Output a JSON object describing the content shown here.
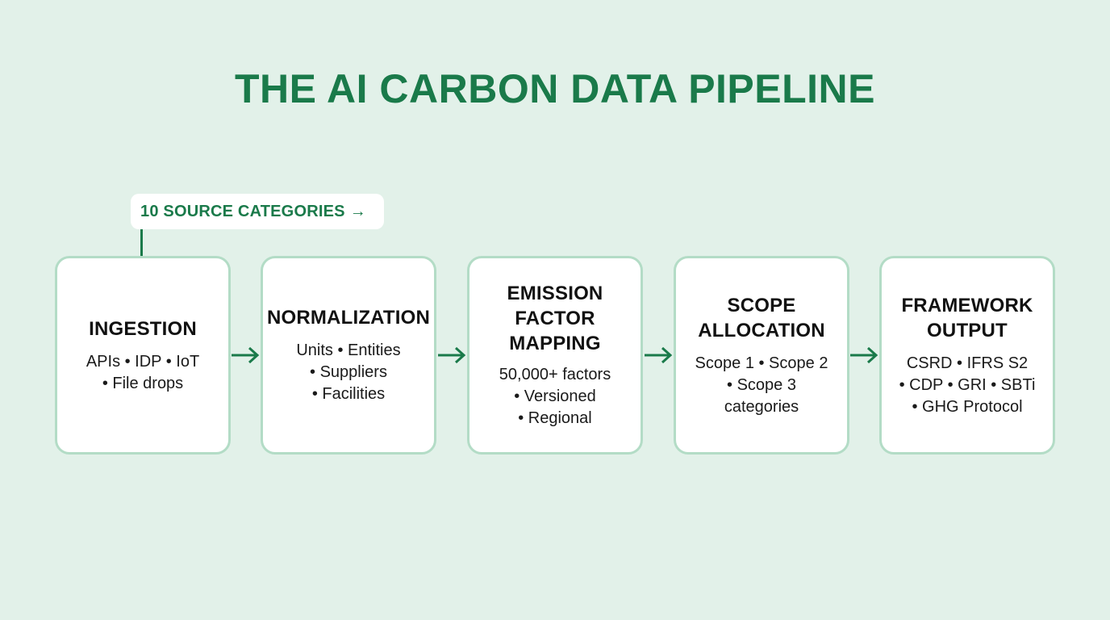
{
  "title": "THE AI CARBON DATA PIPELINE",
  "badge": {
    "label": "10 SOURCE CATEGORIES",
    "arrow_icon": "→"
  },
  "colors": {
    "background": "#e2f1e9",
    "accent_green": "#1a7a4a",
    "card_border": "#b3dcc6",
    "card_fill": "#ffffff",
    "text_dark": "#111111"
  },
  "stages": [
    {
      "title": "INGESTION",
      "description": "APIs • IDP • IoT\n• File drops"
    },
    {
      "title": "NORMALIZATION",
      "description": "Units • Entities\n• Suppliers\n• Facilities"
    },
    {
      "title": "EMISSION\nFACTOR\nMAPPING",
      "description": "50,000+ factors\n• Versioned\n• Regional"
    },
    {
      "title": "SCOPE\nALLOCATION",
      "description": "Scope 1 • Scope 2\n• Scope 3\ncategories"
    },
    {
      "title": "FRAMEWORK\nOUTPUT",
      "description": "CSRD • IFRS S2\n• CDP • GRI • SBTi\n• GHG Protocol"
    }
  ]
}
